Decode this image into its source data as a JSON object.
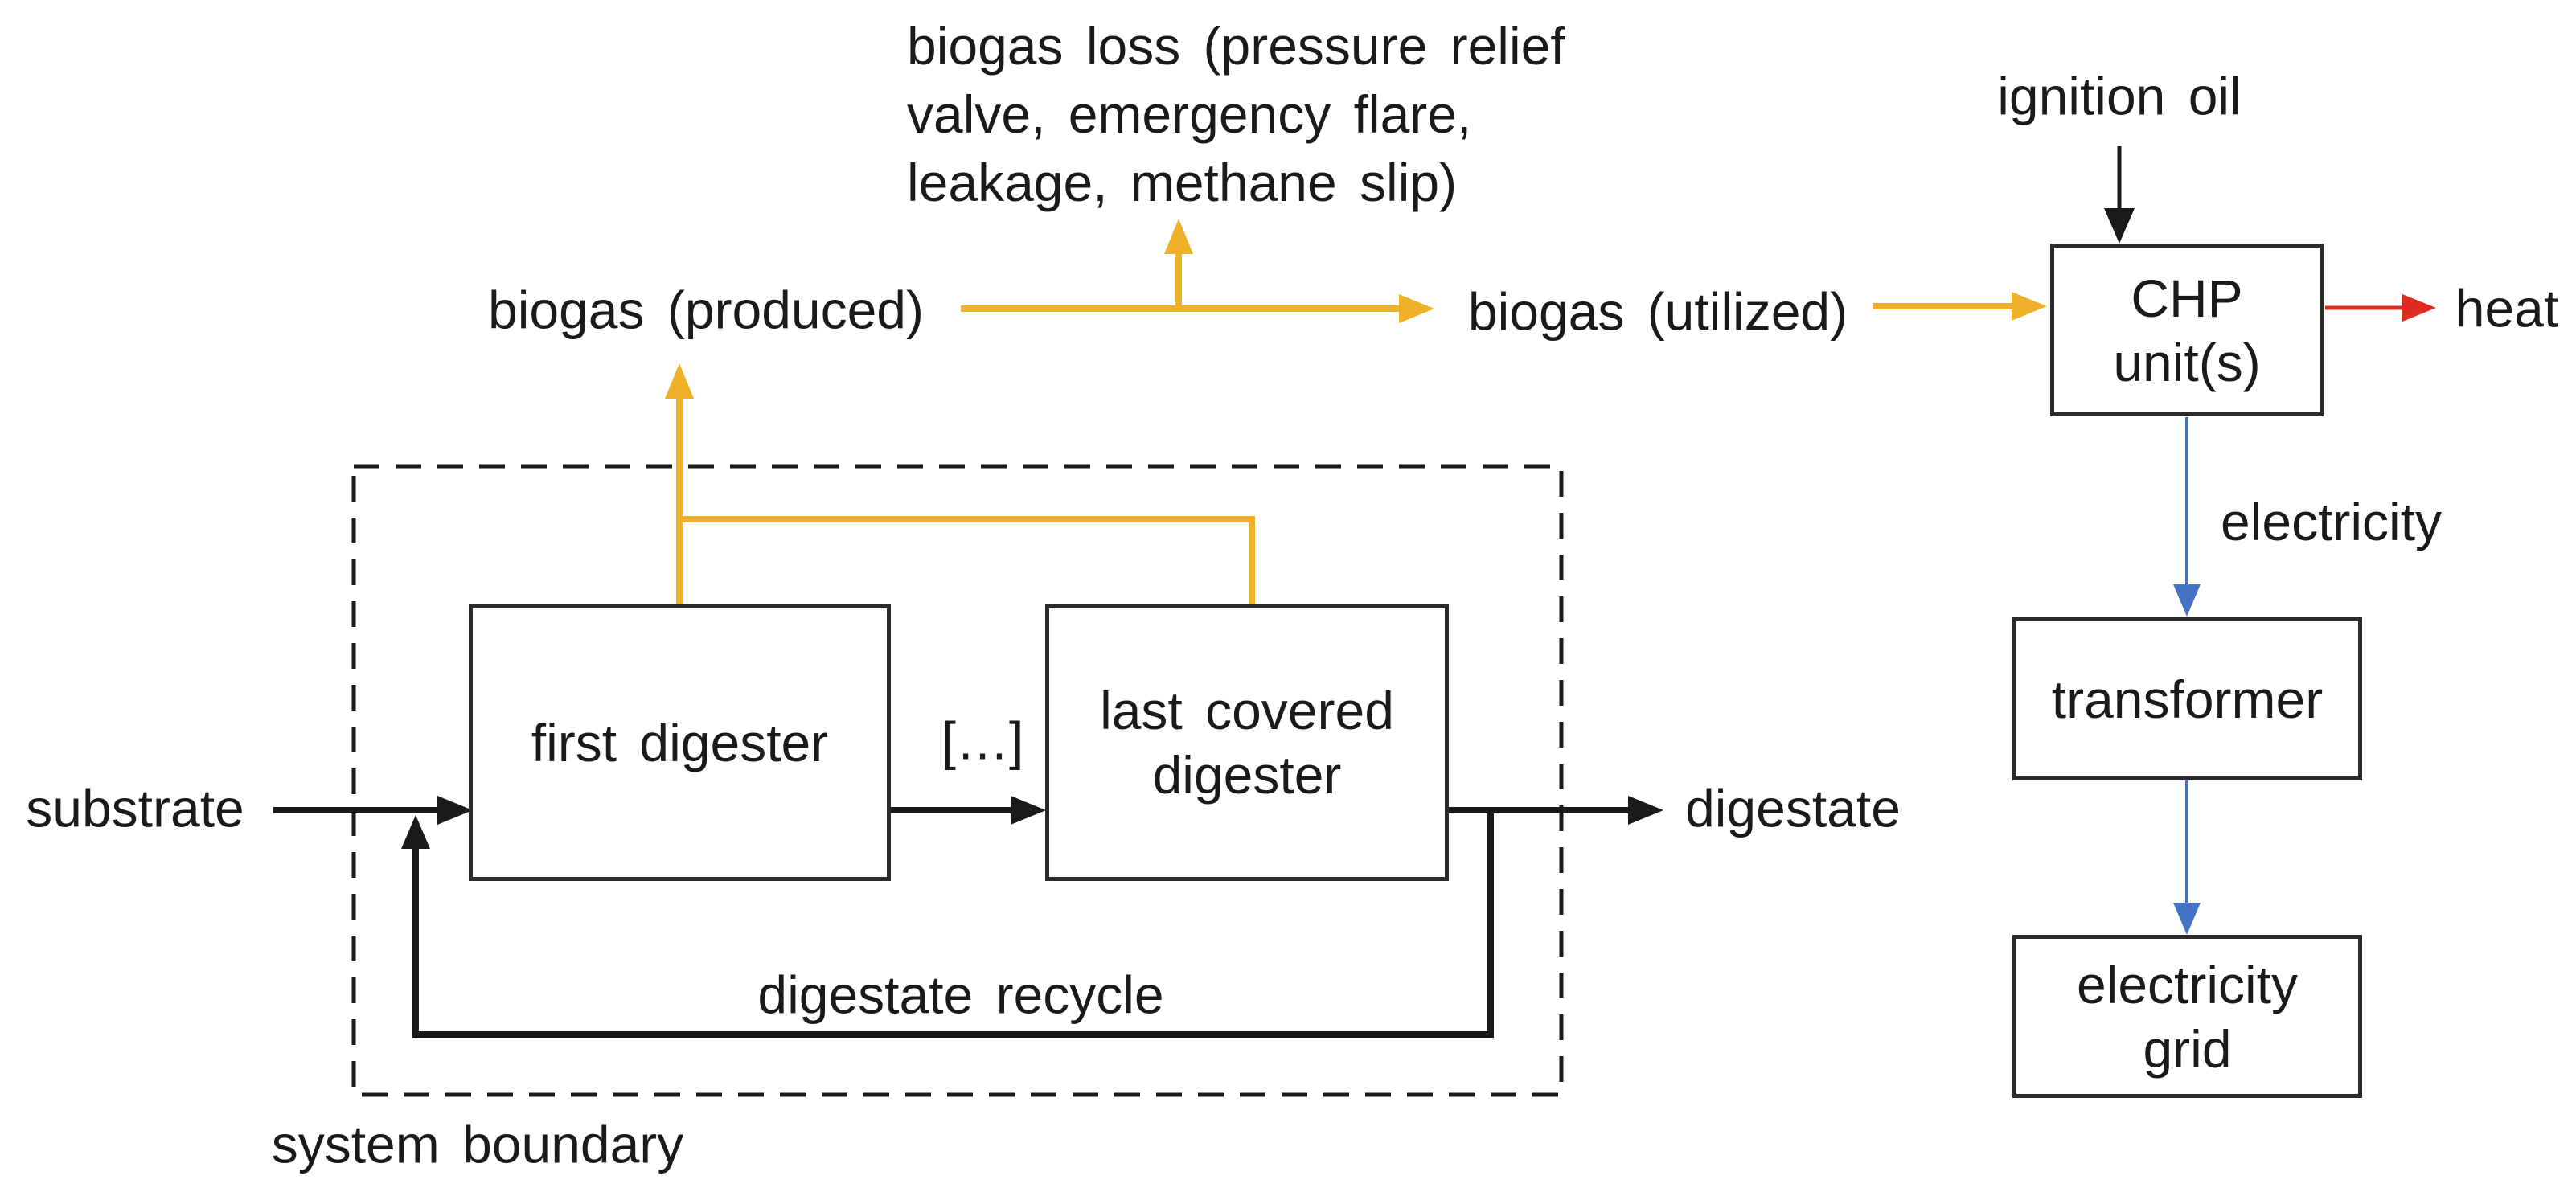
{
  "diagram": {
    "title_hint": "biogas plant system flow diagram",
    "labels": {
      "biogas_loss": "biogas loss (pressure relief\nvalve, emergency flare,\nleakage, methane slip)",
      "biogas_produced": "biogas (produced)",
      "biogas_utilized": "biogas (utilized)",
      "ignition_oil": "ignition oil",
      "heat": "heat",
      "electricity": "electricity",
      "substrate": "substrate",
      "digestate": "digestate",
      "digestate_recycle": "digestate recycle",
      "system_boundary": "system boundary",
      "continuation": "[…]"
    },
    "boxes": {
      "first_digester": "first digester",
      "last_digester": "last covered\ndigester",
      "chp": "CHP\nunit(s)",
      "transformer": "transformer",
      "grid": "electricity\ngrid"
    },
    "colors": {
      "biogas": "#EFB129",
      "electricity": "#4472C4",
      "heat": "#E02B20",
      "flow": "#1A1A1A",
      "border": "#2B2B2B",
      "text": "#1A1A1A",
      "background": "#FFFFFF"
    }
  }
}
